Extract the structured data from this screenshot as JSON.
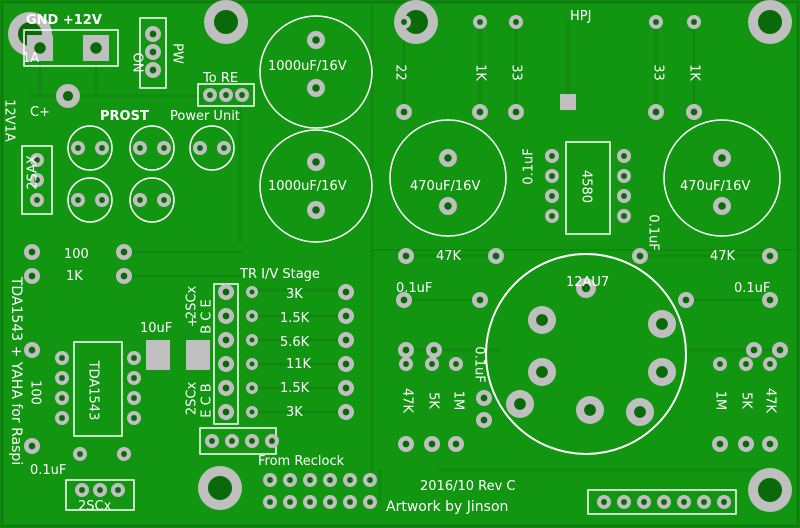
{
  "board": {
    "colors": {
      "copper": "#129612",
      "trace": "#0f8a0f",
      "silk": "#ffffff",
      "pad": "#bfbfbf",
      "hole": "#0a6a0a"
    }
  },
  "power": {
    "terminal_labels": "GND  +12V",
    "current_1a": "1A",
    "pw_label": "PW",
    "on_label": "ON",
    "cplus_label": "C+",
    "rating_label": "12V1A",
    "to_re_label": "To RE",
    "prost_label": "PROST",
    "unit_label": "Power Unit",
    "cap_top_value": "1000uF/16V",
    "cap_bottom_value": "1000uF/16V",
    "transistor_footprint": "2SAX"
  },
  "amp": {
    "project_title": "TDA1543 + YAHA for Raspi",
    "dac_chip": "TDA1543",
    "res_100_top": "100",
    "res_1k_top": "1K",
    "res_100_left": "100",
    "cap_01_bottom": "0.1uF",
    "footprint_bottom": "2SCx",
    "cap_10uf": "10uF",
    "plus_sign": "+",
    "col_top": "2SCx",
    "col_top_pins": "B C E",
    "col_bottom": "2SCx",
    "col_bottom_pins": "E C B",
    "stage_title": "TR I/V Stage",
    "iv_resistors": [
      "3K",
      "1.5K",
      "5.6K",
      "11K",
      "1.5K",
      "3K"
    ],
    "reclock_label": "From Reclock"
  },
  "tube": {
    "hpj_label": "HPJ",
    "res_top": [
      "22",
      "1K",
      "33",
      "33",
      "1K"
    ],
    "cap_left_value": "470uF/16V",
    "cap_right_value": "470uF/16V",
    "opamp": "4580",
    "cap_01_a": "0.1uF",
    "cap_01_b": "0.1uF",
    "res_47k_left": "47K",
    "res_47k_right": "47K",
    "tube_type": "12AU7",
    "cap_01_left": "0.1uF",
    "cap_01_right": "0.1uF",
    "cap_01_mid": "0.1uF",
    "left_bottom_res": [
      "47K",
      "5K",
      "1M"
    ],
    "right_bottom_res": [
      "1M",
      "5K",
      "47K"
    ],
    "revision": "2016/10 Rev C",
    "artwork": "Artwork by Jinson"
  }
}
